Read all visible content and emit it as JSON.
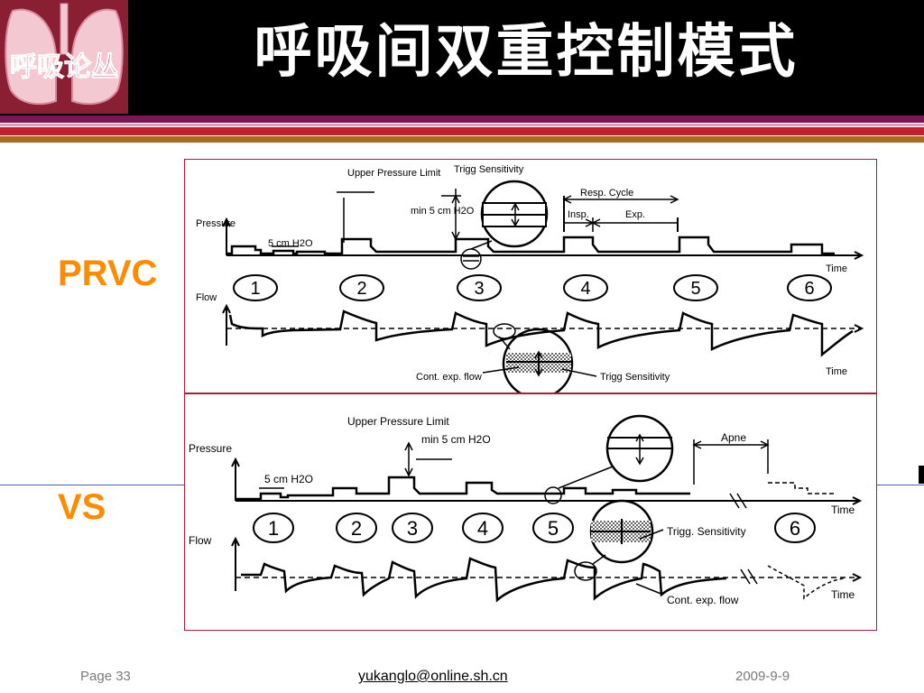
{
  "header": {
    "title": "呼吸间双重控制模式",
    "logo_text": "呼吸论丛"
  },
  "colors": {
    "header_bg": "#000000",
    "label_orange": "#ff8c00",
    "panel_border": "#b01a36",
    "stripe_purple": "#7c1654",
    "stripe_red": "#c21f2f",
    "stripe_brown": "#a66b1e"
  },
  "labels": {
    "prvc": "PRVC",
    "vs": "VS"
  },
  "panel_prvc": {
    "pressure_label": "Pressure",
    "flow_label": "Flow",
    "upper_limit": "Upper Pressure Limit",
    "min_5cm": "min 5 cm H2O",
    "cm_h2o": "5 cm H2O",
    "trigg_sensitivity_top": "Trigg Sensitivity",
    "resp_cycle": "Resp. Cycle",
    "insp": "Insp.",
    "exp": "Exp.",
    "time": "Time",
    "cont_exp_flow": "Cont. exp. flow",
    "trigg_sensitivity_bottom": "Trigg Sensitivity",
    "breaths": [
      "1",
      "2",
      "3",
      "4",
      "5",
      "6"
    ]
  },
  "panel_vs": {
    "pressure_label": "Pressure",
    "flow_label": "Flow",
    "upper_limit": "Upper Pressure Limit",
    "min_5cm": "min 5 cm H2O",
    "cm_h2o": "5 cm H2O",
    "apne": "Apne",
    "time": "Time",
    "trigg_sensitivity": "Trigg. Sensitivity",
    "cont_exp_flow": "Cont. exp. flow",
    "breaths": [
      "1",
      "2",
      "3",
      "4",
      "5",
      "6"
    ]
  },
  "footer": {
    "page": "Page 33",
    "email": "yukanglo@online.sh.cn",
    "date": "2009-9-9"
  }
}
